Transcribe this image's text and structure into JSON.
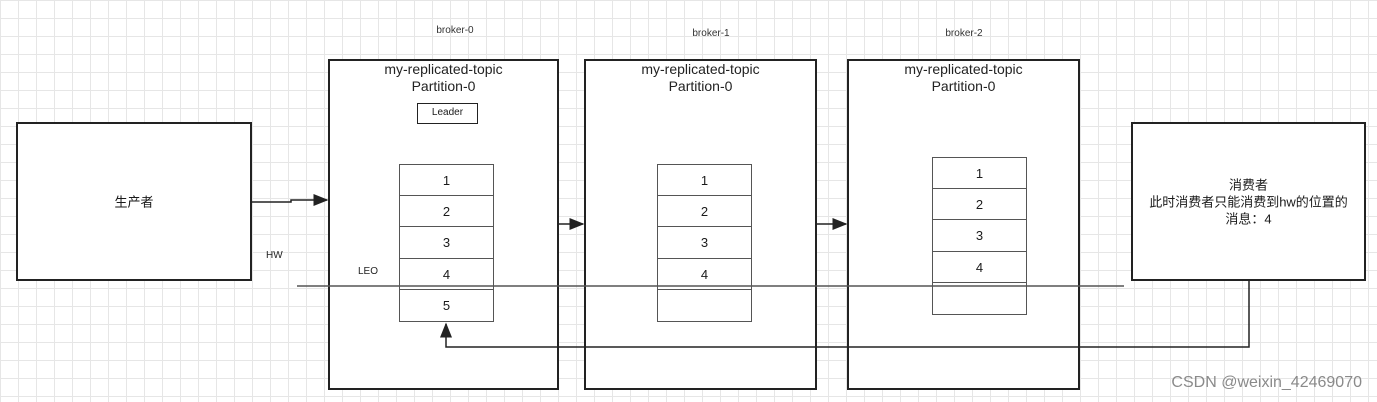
{
  "producer": {
    "label": "生产者"
  },
  "consumer": {
    "lines": [
      "消费者",
      "此时消费者只能消费到hw的位置的",
      "消息：4"
    ]
  },
  "brokers": [
    {
      "name": "broker-0",
      "topic": "my-replicated-topic",
      "partition": "Partition-0",
      "role": "Leader",
      "messages": [
        "1",
        "2",
        "3",
        "4",
        "5"
      ]
    },
    {
      "name": "broker-1",
      "topic": "my-replicated-topic",
      "partition": "Partition-0",
      "messages": [
        "1",
        "2",
        "3",
        "4",
        ""
      ]
    },
    {
      "name": "broker-2",
      "topic": "my-replicated-topic",
      "partition": "Partition-0",
      "messages": [
        "1",
        "2",
        "3",
        "4",
        ""
      ]
    }
  ],
  "markers": {
    "hw": "HW",
    "leo": "LEO"
  },
  "watermark": "CSDN @weixin_42469070"
}
